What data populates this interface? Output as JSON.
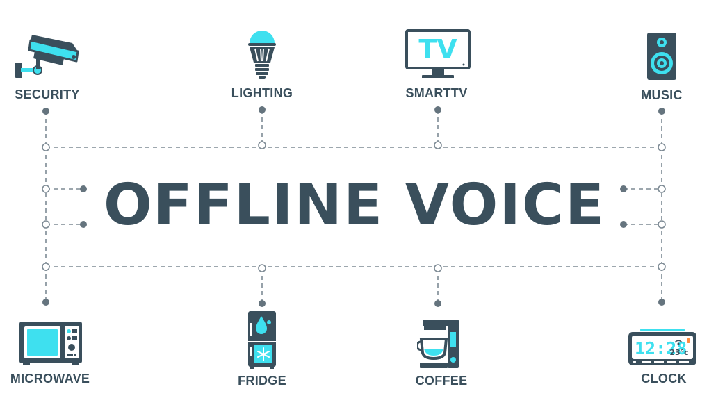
{
  "title": "OFFLINE VOICE",
  "colors": {
    "dark": "#3a4f5c",
    "accent": "#3ee0ef",
    "line": "#7d8a94"
  },
  "devices": {
    "security": {
      "label": "SECURITY",
      "icon": "security-camera-icon"
    },
    "lighting": {
      "label": "LIGHTING",
      "icon": "light-bulb-icon"
    },
    "smarttv": {
      "label": "SMARTTV",
      "icon": "tv-icon",
      "screen_text": "TV"
    },
    "music": {
      "label": "MUSIC",
      "icon": "speaker-icon"
    },
    "microwave": {
      "label": "MICROWAVE",
      "icon": "microwave-icon"
    },
    "fridge": {
      "label": "FRIDGE",
      "icon": "fridge-icon"
    },
    "coffee": {
      "label": "COFFEE",
      "icon": "coffee-maker-icon"
    },
    "clock": {
      "label": "CLOCK",
      "icon": "alarm-clock-icon",
      "time_text": "12:28",
      "temp_text": "23°c"
    }
  }
}
